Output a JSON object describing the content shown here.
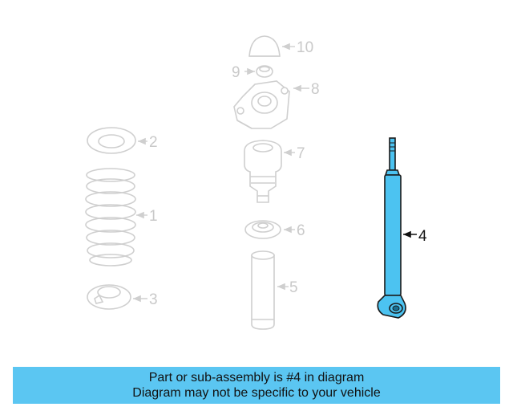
{
  "colors": {
    "highlight_part": "#4cc3f1",
    "banner_background": "#5bc6f2",
    "ghost_part_stroke": "#cfcfcf",
    "callout_text_ghost": "#c9c9c9",
    "callout_text_active": "#111111"
  },
  "diagram": {
    "highlighted_part": "4",
    "callouts": {
      "spring": "1",
      "upper_spring_seat": "2",
      "lower_spring_seat": "3",
      "shock_absorber": "4",
      "dust_boot": "5",
      "lower_bump_seat": "6",
      "bump_stop": "7",
      "upper_mount": "8",
      "mount_nut": "9",
      "mount_cap": "10"
    }
  },
  "banner": {
    "line1": "Part or sub-assembly is #4 in diagram",
    "line2": "Diagram may not be specific to your vehicle"
  }
}
